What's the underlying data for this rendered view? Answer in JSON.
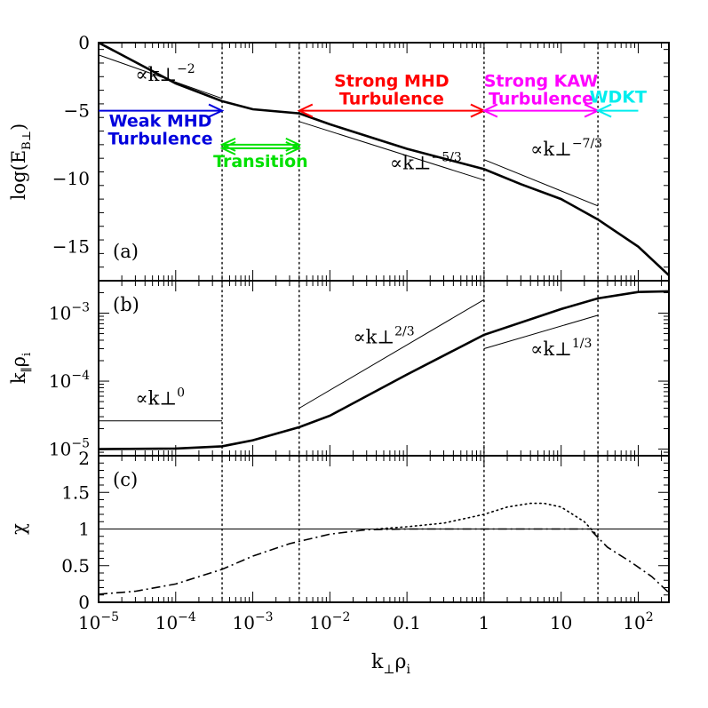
{
  "chart_data": {
    "type": "line",
    "x_scale": "log",
    "xlim": [
      1e-05,
      250
    ],
    "xlabel": "k⊥ρi",
    "x_ticks": [
      {
        "value": 1e-05,
        "base": "10",
        "exp": "−5"
      },
      {
        "value": 0.0001,
        "base": "10",
        "exp": "−4"
      },
      {
        "value": 0.001,
        "base": "10",
        "exp": "−3"
      },
      {
        "value": 0.01,
        "base": "10",
        "exp": "−2"
      },
      {
        "value": 0.1,
        "base": "0.1",
        "exp": ""
      },
      {
        "value": 1,
        "base": "1",
        "exp": ""
      },
      {
        "value": 10,
        "base": "10",
        "exp": ""
      },
      {
        "value": 100,
        "base": "10",
        "exp": "2"
      }
    ],
    "transitions_x": [
      0.0004,
      0.004,
      1,
      30
    ],
    "colors": {
      "weak_mhd": "#0000dd",
      "transition": "#00e000",
      "strong_mhd": "#ff0000",
      "strong_kaw": "#ff00ff",
      "wdkt": "#00eeee"
    },
    "panels": [
      {
        "tag": "(a)",
        "ylabel": "log(EB⊥)",
        "ylim": [
          -17.5,
          0
        ],
        "y_scale": "linear",
        "y_ticks": [
          {
            "value": 0,
            "label": "0"
          },
          {
            "value": -5,
            "label": "−5"
          },
          {
            "value": -10,
            "label": "−10"
          },
          {
            "value": -15,
            "label": "−15"
          }
        ],
        "series": [
          {
            "style": "solid-thick",
            "x": [
              1e-05,
              0.0001,
              0.0004,
              0.001,
              0.004,
              0.01,
              0.1,
              1,
              3,
              10,
              30,
              100,
              250
            ],
            "y": [
              0,
              -3.0,
              -4.3,
              -4.9,
              -5.2,
              -6.0,
              -7.8,
              -9.3,
              -10.4,
              -11.5,
              -13.0,
              -15.0,
              -17.1
            ]
          },
          {
            "style": "ref-line",
            "x": [
              1e-05,
              0.0004
            ],
            "y": [
              -0.9,
              -4.1
            ]
          },
          {
            "style": "ref-line",
            "x": [
              0.004,
              1
            ],
            "y": [
              -5.8,
              -10.1
            ]
          },
          {
            "style": "ref-line",
            "x": [
              1,
              30
            ],
            "y": [
              -8.6,
              -12.0
            ]
          }
        ],
        "annotations": [
          {
            "text": "∝k⊥",
            "sup": "−2",
            "x": 3e-05,
            "y": -2.8
          },
          {
            "text": "∝k⊥",
            "sup": "−5/3",
            "x": 0.06,
            "y": -9.3
          },
          {
            "text": "∝k⊥",
            "sup": "−7/3",
            "x": 4,
            "y": -8.3
          }
        ],
        "regimes": [
          {
            "lines": [
              "Weak MHD",
              "Turbulence"
            ],
            "color": "weak_mhd",
            "x1": 1e-05,
            "x2": 0.0004,
            "arrow_y": -5,
            "arrow_heads": "right"
          },
          {
            "lines": [
              "Transition"
            ],
            "color": "transition",
            "x1": 0.0004,
            "x2": 0.004,
            "arrow_y": -7.5,
            "arrow_heads": "both",
            "text_y": -8.8,
            "small": true
          },
          {
            "lines": [
              "Strong MHD",
              "Turbulence"
            ],
            "color": "strong_mhd",
            "x1": 0.004,
            "x2": 1,
            "arrow_y": -5,
            "arrow_heads": "both"
          },
          {
            "lines": [
              "Strong KAW",
              "Turbulence"
            ],
            "color": "strong_kaw",
            "x1": 1,
            "x2": 30,
            "arrow_y": -5,
            "arrow_heads": "both"
          },
          {
            "lines": [
              "WDKT"
            ],
            "color": "wdkt",
            "x1": 30,
            "x2": 100,
            "arrow_y": -5,
            "arrow_heads": "left"
          }
        ]
      },
      {
        "tag": "(b)",
        "ylabel": "k∥ρi",
        "ylim": [
          8e-06,
          0.003
        ],
        "y_scale": "log",
        "y_ticks": [
          {
            "value": 1e-05,
            "base": "10",
            "exp": "−5"
          },
          {
            "value": 0.0001,
            "base": "10",
            "exp": "−4"
          },
          {
            "value": 0.001,
            "base": "10",
            "exp": "−3"
          }
        ],
        "series": [
          {
            "style": "solid-thick",
            "x": [
              1e-05,
              0.0001,
              0.0004,
              0.001,
              0.004,
              0.01,
              0.1,
              1,
              10,
              30,
              100,
              250
            ],
            "y": [
              1e-05,
              1.02e-05,
              1.1e-05,
              1.35e-05,
              2.1e-05,
              3.1e-05,
              0.000125,
              0.00048,
              0.00115,
              0.00165,
              0.00205,
              0.0021
            ]
          },
          {
            "style": "ref-line",
            "x": [
              1e-05,
              0.0004
            ],
            "y": [
              2.6e-05,
              2.6e-05
            ]
          },
          {
            "style": "ref-line",
            "x": [
              0.004,
              1
            ],
            "y": [
              4e-05,
              0.00158
            ]
          },
          {
            "style": "ref-line",
            "x": [
              1,
              30
            ],
            "y": [
              0.0003,
              0.00093
            ]
          }
        ],
        "annotations": [
          {
            "text": "∝k⊥",
            "sup": "0",
            "x": 3e-05,
            "y": 4.5e-05
          },
          {
            "text": "∝k⊥",
            "sup": "2/3",
            "x": 0.02,
            "y": 0.00036
          },
          {
            "text": "∝k⊥",
            "sup": "1/3",
            "x": 4,
            "y": 0.00024
          }
        ]
      },
      {
        "tag": "(c)",
        "ylabel": "χ",
        "ylim": [
          0,
          2
        ],
        "y_scale": "linear",
        "y_ticks": [
          {
            "value": 0,
            "label": "0"
          },
          {
            "value": 0.5,
            "label": "0.5"
          },
          {
            "value": 1,
            "label": "1"
          },
          {
            "value": 1.5,
            "label": "1.5"
          },
          {
            "value": 2,
            "label": "2"
          }
        ],
        "series": [
          {
            "style": "ref-line",
            "x": [
              1e-05,
              250
            ],
            "y": [
              1,
              1
            ]
          },
          {
            "style": "dotted",
            "x": [
              0.04,
              0.1,
              0.3,
              1,
              2,
              4,
              6,
              10,
              20,
              30
            ],
            "y": [
              1.0,
              1.03,
              1.08,
              1.2,
              1.3,
              1.35,
              1.35,
              1.3,
              1.1,
              0.9
            ]
          },
          {
            "style": "dash-dot",
            "x": [
              1e-05,
              3e-05,
              0.0001,
              0.0004,
              0.001,
              0.003,
              0.01,
              0.03,
              0.1,
              0.3,
              1,
              3,
              10,
              25
            ],
            "y": [
              0.11,
              0.15,
              0.25,
              0.45,
              0.63,
              0.8,
              0.93,
              0.99,
              1.0,
              1.0,
              1.0,
              1.0,
              1.0,
              1.0
            ]
          },
          {
            "style": "dash-dot",
            "x": [
              25,
              40,
              80,
              150,
              250
            ],
            "y": [
              0.97,
              0.75,
              0.55,
              0.35,
              0.13
            ]
          }
        ]
      }
    ]
  }
}
